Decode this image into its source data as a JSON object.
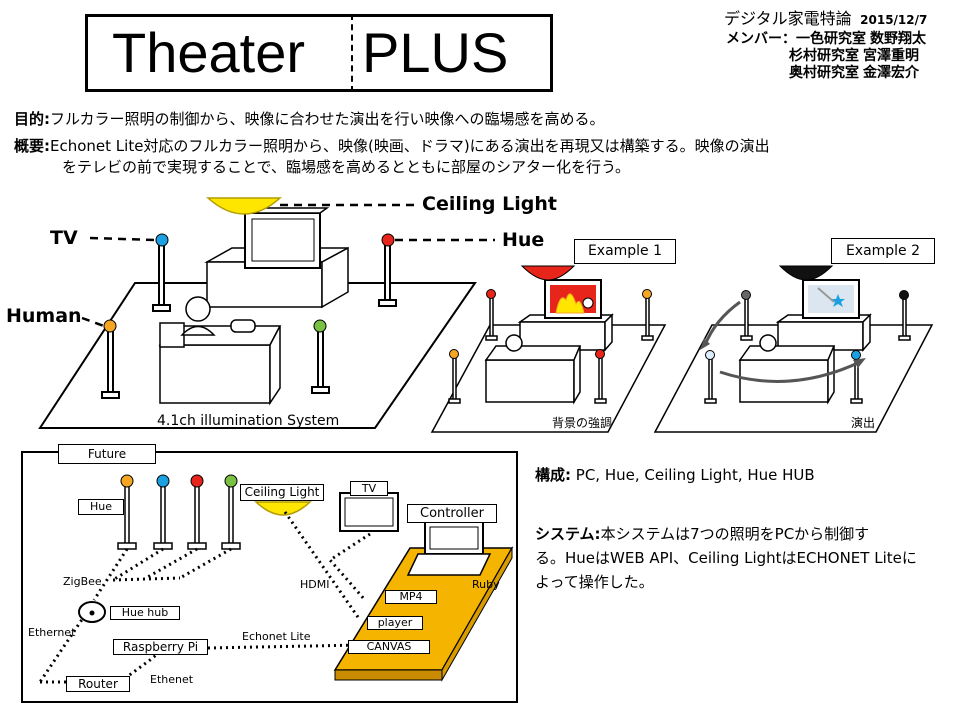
{
  "title": {
    "left": "Theater",
    "right": "PLUS"
  },
  "header": {
    "course": "デジタル家電特論",
    "date": "2015/12/7",
    "members_label": "メンバー：",
    "lab1": "一色研究室",
    "name1": "数野翔太",
    "lab2": "杉村研究室",
    "name2": "宮澤重明",
    "lab3": "奥村研究室",
    "name3": "金澤宏介"
  },
  "purpose": {
    "label": "目的:",
    "text": "フルカラー照明の制御から、映像に合わせた演出を行い映像への臨場感を高める。"
  },
  "overview": {
    "label": "概要:",
    "line1": "Echonet Lite対応のフルカラー照明から、映像(映画、ドラマ)にある演出を再現又は構築する。映像の演出",
    "line2": "をテレビの前で実現することで、臨場感を高めるとともに部屋のシアター化を行う。"
  },
  "main_diagram": {
    "tv": "TV",
    "ceiling": "Ceiling Light",
    "hue": "Hue",
    "human": "Human",
    "caption": "4.1ch illumination System"
  },
  "example1": {
    "title": "Example 1",
    "caption": "背景の強調"
  },
  "example2": {
    "title": "Example 2",
    "caption": "演出"
  },
  "future": {
    "title": "Future",
    "hue": "Hue",
    "ceiling": "Ceiling Light",
    "tv": "TV",
    "controller": "Controller",
    "zigbee": "ZigBee",
    "hue_hub": "Hue hub",
    "ethernet_left": "Ethernet",
    "raspberry": "Raspberry Pi",
    "echonet": "Echonet Lite",
    "hdmi": "HDMI",
    "router": "Router",
    "ethernet_bottom": "Ethenet",
    "mp4": "MP4",
    "player": "player",
    "canvas": "CANVAS",
    "ruby": "Ruby"
  },
  "composition": {
    "label": "構成:",
    "text": "PC, Hue, Ceiling Light, Hue HUB"
  },
  "system": {
    "label": "システム:",
    "line1": "本システムは7つの照明をPCから制御す",
    "line2": "る。HueはWEB API、Ceiling LightはECHONET Liteに",
    "line3": "よって操作した。"
  },
  "colors": {
    "blue": "#1ba1e2",
    "red": "#e8251a",
    "orange": "#f5a623",
    "green": "#7ac143",
    "yellow": "#ffe600",
    "gold": "#f5b400"
  }
}
